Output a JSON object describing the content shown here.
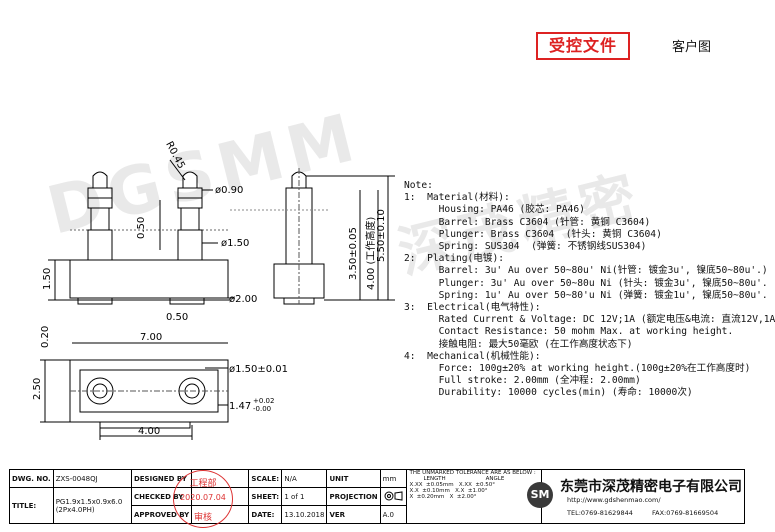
{
  "header": {
    "controlled_doc": "受控文件",
    "customer_drawing": "客户图"
  },
  "watermark": {
    "text": "DGSMM",
    "cn": "深茂精密"
  },
  "dims": {
    "r045": "R0.45",
    "d090": "ø0.90",
    "d150": "ø1.50",
    "d200": "ø2.00",
    "d150tol": "ø1.50±0.01",
    "h050": "0.50",
    "h150": "1.50",
    "h050b": "0.50",
    "w700": "7.00",
    "h020": "0.20",
    "h250": "2.50",
    "w400": "4.00",
    "v350": "3.50±0.05",
    "v400": "4.00 (工作高度)",
    "v550": "5.50±0.10",
    "p147": "1.47",
    "p147up": "+0.02",
    "p147dn": "-0.00"
  },
  "notes": {
    "title": "Note:",
    "lines": [
      "1:  Material(材料):",
      "      Housing: PA46 (胶芯: PA46)",
      "      Barrel: Brass C3604 (针管: 黄铜 C3604)",
      "      Plunger: Brass C3604  (针头: 黄铜 C3604)",
      "      Spring: SUS304  (弹簧: 不锈钢线SUS304)",
      "2:  Plating(电镀):",
      "      Barrel: 3u' Au over 50~80u' Ni(针管: 镀金3u', 镍底50~80u'.)",
      "      Plunger: 3u' Au over 50~80u Ni (针头: 镀金3u', 镍底50~80u'.",
      "      Spring: 1u' Au over 50~80'u Ni (弹簧: 镀金1u', 镍底50~80u'.",
      "3:  Electrical(电气特性):",
      "      Rated Current & Voltage: DC 12V;1A (额定电压&电流: 直流12V,1A",
      "      Contact Resistance: 50 mohm Max. at working height.",
      "      接触电阻: 最大50毫欧 (在工作高度状态下)",
      "4:  Mechanical(机械性能):",
      "      Force: 100g±20% at working height.(100g±20%在工作高度时)",
      "      Full stroke: 2.00mm (全冲程: 2.00mm)",
      "      Durability: 10000 cycles(min) (寿命: 10000次)"
    ]
  },
  "title_block": {
    "dwg_no_label": "DWG. NO.",
    "dwg_no": "ZXS-0048QJ",
    "title_label": "TITLE:",
    "title_1": "PG1.9x1.5x0.9x6.0",
    "title_2": "(2Px4.0PH)",
    "designed_by": "DESIGNED BY",
    "checked_by": "CHECKED BY",
    "approved_by": "APPROVED BY",
    "stamp_top": "工程部",
    "stamp_date": "2020.07.04",
    "stamp_bottom": "审核",
    "scale_label": "SCALE:",
    "scale": "N/A",
    "sheet_label": "SHEET:",
    "sheet": "1 of 1",
    "date_label": "DATE:",
    "date": "13.10.2018",
    "unit_label": "UNIT",
    "unit": "mm",
    "projection_label": "PROJECTION",
    "ver_label": "VER",
    "ver": "A.0",
    "tol_title": "THE UNMARKED TOLERANCE ARE AS BELOW :",
    "tol_length": "LENGTH",
    "tol_angle": "ANGLE",
    "tol_rows": [
      [
        "X.XX",
        "±0.05mm",
        "X.XX",
        "±0.50°"
      ],
      [
        "X.X",
        "±0.10mm",
        "X.X",
        "±1.00°"
      ],
      [
        "X",
        "±0.20mm",
        "X",
        "±2.00°"
      ]
    ]
  },
  "company": {
    "logo": "SM",
    "name": "东莞市深茂精密电子有限公司",
    "web": "http://www.gdshenmao.com/",
    "tel": "TEL:0769-81629844",
    "fax": "FAX:0769-81669504"
  }
}
